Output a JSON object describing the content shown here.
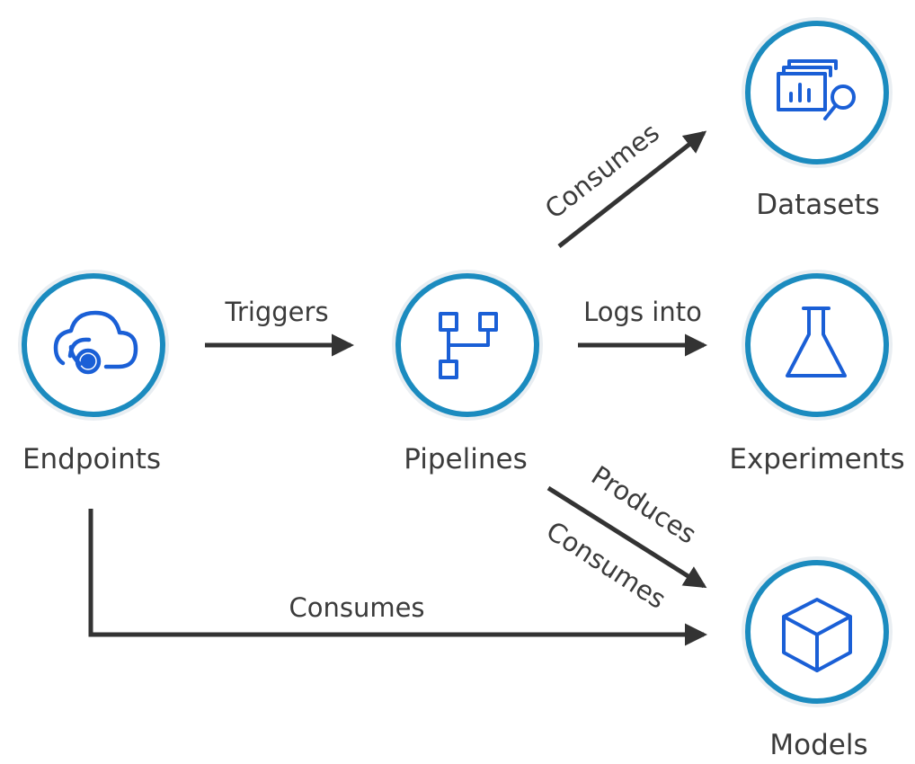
{
  "colors": {
    "ring": "#1b8bbf",
    "icon": "#1a5fd6",
    "arrow": "#333333",
    "text": "#3b3b3b"
  },
  "nodes": {
    "endpoints": {
      "label": "Endpoints",
      "icon": "cloud-endpoint-icon"
    },
    "pipelines": {
      "label": "Pipelines",
      "icon": "pipeline-icon"
    },
    "datasets": {
      "label": "Datasets",
      "icon": "dataset-icon"
    },
    "experiments": {
      "label": "Experiments",
      "icon": "flask-icon"
    },
    "models": {
      "label": "Models",
      "icon": "cube-icon"
    }
  },
  "edges": {
    "triggers": {
      "from": "Endpoints",
      "to": "Pipelines",
      "label": "Triggers"
    },
    "logs_into": {
      "from": "Pipelines",
      "to": "Experiments",
      "label": "Logs into"
    },
    "consumes_datasets": {
      "from": "Pipelines",
      "to": "Datasets",
      "label": "Consumes"
    },
    "produces_models": {
      "from": "Pipelines",
      "to": "Models",
      "label": "Produces"
    },
    "consumes_models_pipeline": {
      "from": "Pipelines",
      "to": "Models",
      "label": "Consumes"
    },
    "consumes_models_endpoint": {
      "from": "Endpoints",
      "to": "Models",
      "label": "Consumes"
    }
  }
}
